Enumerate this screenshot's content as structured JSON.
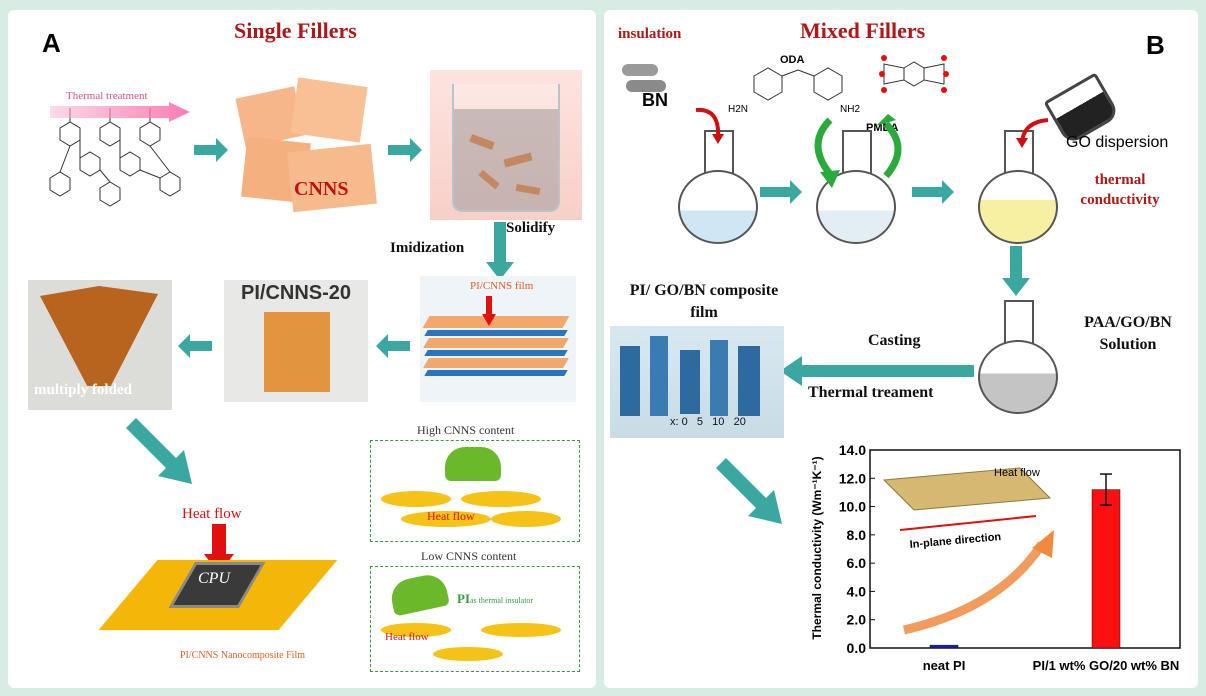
{
  "panel_a": {
    "letter": "A",
    "title": "Single Fillers",
    "thermal_treatment": "Thermal treatment",
    "cnns": "CNNS",
    "solidify": "Solidify",
    "imidization": "Imidization",
    "film_sample": "PI/CNNS-20",
    "film_label": "PI/CNNS film",
    "multiply_folded": "multiply folded",
    "heat_flow": "Heat flow",
    "cpu": "CPU",
    "nanocomposite": "PI/CNNS Nanocomposite Film",
    "high_content": "High CNNS content",
    "low_content": "Low CNNS content",
    "heat_flow_small": "Heat flow",
    "pi_insulator_pi": "PI",
    "pi_insulator_rest": "as thermal insulator"
  },
  "panel_b": {
    "letter": "B",
    "title": "Mixed Fillers",
    "insulation": "insulation",
    "bn": "BN",
    "oda": "ODA",
    "pmda": "PMDA",
    "h2n": "H2N",
    "nh2": "NH2",
    "go_dispersion": "GO dispersion",
    "thermal_conductivity": "thermal conductivity",
    "composite_film": "PI/ GO/BN composite film",
    "casting": "Casting",
    "thermal_treatment": "Thermal treament",
    "solution": "PAA/GO/BN Solution",
    "x_scale": "x: 0   5   10   20"
  },
  "chart_data": {
    "type": "bar",
    "categories": [
      "neat PI",
      "PI/1 wt% GO/20 wt% BN"
    ],
    "values": [
      0.2,
      11.2
    ],
    "error": [
      0,
      1.1
    ],
    "ylabel": "Thermal conductivity (Wm⁻¹K⁻¹)",
    "ylim": [
      0,
      14
    ],
    "yticks": [
      "0.0",
      "2.0",
      "4.0",
      "6.0",
      "8.0",
      "10.0",
      "12.0",
      "14.0"
    ],
    "inset_heat_flow": "Heat flow",
    "inset_direction": "In-plane direction",
    "colors": [
      "#1a1acc",
      "#ff1010"
    ]
  }
}
